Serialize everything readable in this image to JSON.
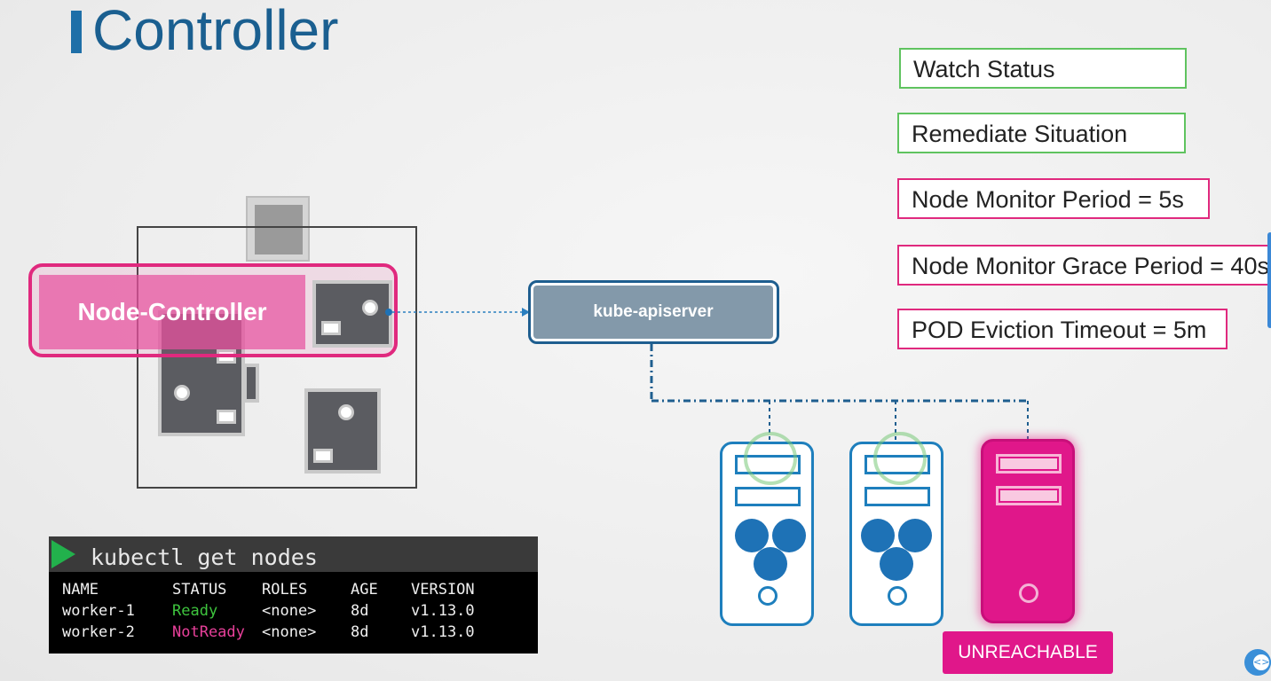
{
  "title": "Controller",
  "info_boxes": [
    {
      "label": "Watch Status",
      "color": "#5fc35f"
    },
    {
      "label": "Remediate Situation",
      "color": "#5fc35f"
    },
    {
      "label": "Node Monitor Period = 5s",
      "color": "#e0297e"
    },
    {
      "label": "Node Monitor Grace Period = 40s",
      "color": "#e0297e"
    },
    {
      "label": "POD Eviction Timeout = 5m",
      "color": "#e0297e"
    }
  ],
  "node_controller": {
    "label": "Node-Controller",
    "color": "#e0297e"
  },
  "apiserver": {
    "label": "kube-apiserver"
  },
  "nodes": {
    "unreachable_label": "UNREACHABLE",
    "healthy_color": "#1e72b6",
    "unreachable_color": "#e0178a"
  },
  "terminal": {
    "command": "kubectl get nodes",
    "headers": [
      "NAME",
      "STATUS",
      "ROLES",
      "AGE",
      "VERSION"
    ],
    "rows": [
      [
        "worker-1",
        "Ready",
        "<none>",
        "8d",
        "v1.13.0"
      ],
      [
        "worker-2",
        "NotReady",
        "<none>",
        "8d",
        "v1.13.0"
      ]
    ],
    "status_colors": {
      "Ready": "#3ec43e",
      "NotReady": "#e8409a"
    }
  }
}
